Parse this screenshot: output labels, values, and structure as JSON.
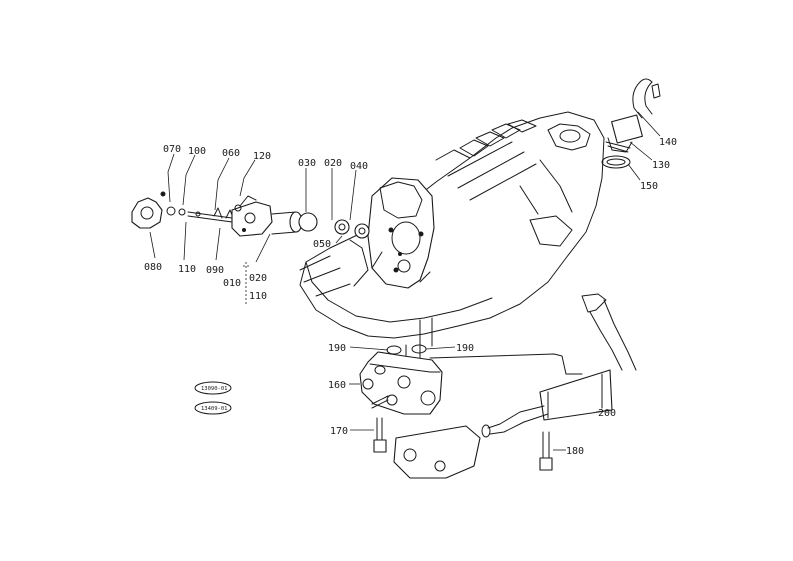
{
  "parts": [
    {
      "id": "p010",
      "label": "010"
    },
    {
      "id": "p020a",
      "label": "020"
    },
    {
      "id": "p020b",
      "label": "020"
    },
    {
      "id": "p030",
      "label": "030"
    },
    {
      "id": "p040",
      "label": "040"
    },
    {
      "id": "p050",
      "label": "050"
    },
    {
      "id": "p060",
      "label": "060"
    },
    {
      "id": "p070",
      "label": "070"
    },
    {
      "id": "p080",
      "label": "080"
    },
    {
      "id": "p090",
      "label": "090"
    },
    {
      "id": "p100",
      "label": "100"
    },
    {
      "id": "p110a",
      "label": "110"
    },
    {
      "id": "p110b",
      "label": "110"
    },
    {
      "id": "p120",
      "label": "120"
    },
    {
      "id": "p130",
      "label": "130"
    },
    {
      "id": "p140",
      "label": "140"
    },
    {
      "id": "p150",
      "label": "150"
    },
    {
      "id": "p160",
      "label": "160"
    },
    {
      "id": "p170",
      "label": "170"
    },
    {
      "id": "p180",
      "label": "180"
    },
    {
      "id": "p190a",
      "label": "190"
    },
    {
      "id": "p190b",
      "label": "190"
    },
    {
      "id": "p200",
      "label": "200"
    }
  ],
  "refs": {
    "ref1": "13090-01",
    "ref2": "13409-01"
  }
}
